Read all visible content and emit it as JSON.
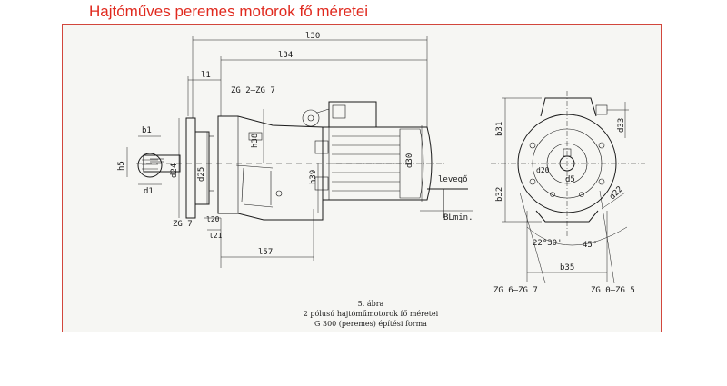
{
  "title": "Hajtóműves peremes motorok fő méretei",
  "caption": {
    "figure": "5. ábra",
    "line1": "2 pólusú hajtóműmotorok fő méretei",
    "line2": "G 300 (peremes) építési forma"
  },
  "labels": {
    "l30": "l30",
    "l34": "l34",
    "l1": "l1",
    "zg27_top": "ZG 2–ZG 7",
    "h38": "h38",
    "h39": "h39",
    "d30": "d30",
    "levego": "levegő",
    "b1": "b1",
    "h5": "h5",
    "d1": "d1",
    "d24": "d24",
    "d25": "d25",
    "zg7": "ZG 7",
    "l20": "l20",
    "l21": "l21",
    "l57": "l57",
    "bl_min": "BLmin.",
    "b31": "b31",
    "b32": "b32",
    "d33": "d33",
    "d20": "d20",
    "d5": "d5",
    "d22": "d22",
    "angle_22": "22°30'",
    "angle_45": "45°",
    "b35": "b35",
    "zg6_zg7": "ZG 6–ZG 7",
    "zg0_zg5": "ZG 0–ZG 5"
  },
  "colors": {
    "title": "#e02a1f",
    "border": "#d2463c",
    "paper": "#f6f6f3",
    "ink": "#1a1a1a"
  }
}
